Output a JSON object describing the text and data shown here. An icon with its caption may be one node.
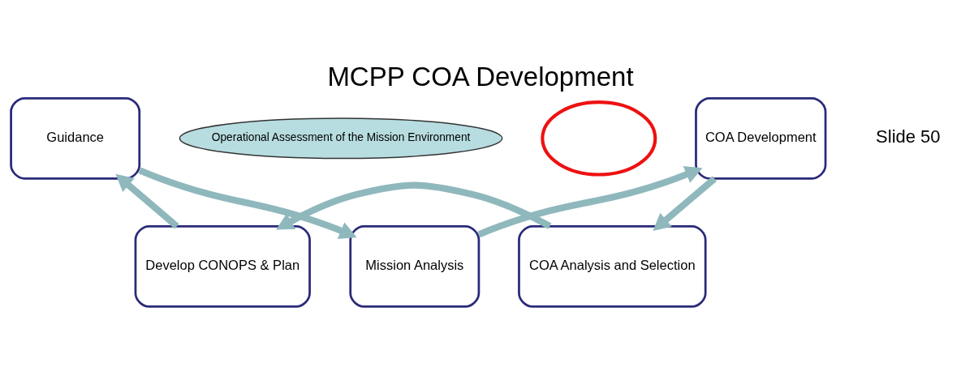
{
  "diagram": {
    "title": "MCPP COA Development",
    "nodes": [
      {
        "text": [
          "Guidance"
        ]
      },
      {
        "text": [
          "Mission Analysis"
        ]
      },
      {
        "text": [],
        "shape": "circle"
      },
      {
        "text": [
          "COA Development"
        ]
      },
      {
        "text": [
          "Operational Assessment of the Mission Environment"
        ]
      },
      {
        "text": [
          "COA Analysis and Selection"
        ]
      },
      {
        "text": [
          "Develop CONOPS & Plan"
        ]
      }
    ],
    "edges": [
      {
        "from": 0,
        "to": 1,
        "arrow": "to"
      },
      {
        "from": 1,
        "to": 3,
        "arrow": "to"
      },
      {
        "from": 3,
        "to": 5,
        "arrow": "to"
      },
      {
        "from": 5,
        "to": 6,
        "arrow": "to"
      },
      {
        "from": 6,
        "to": 0,
        "arrow": "to"
      }
    ],
    "labels": [
      "Slide 50"
    ]
  }
}
